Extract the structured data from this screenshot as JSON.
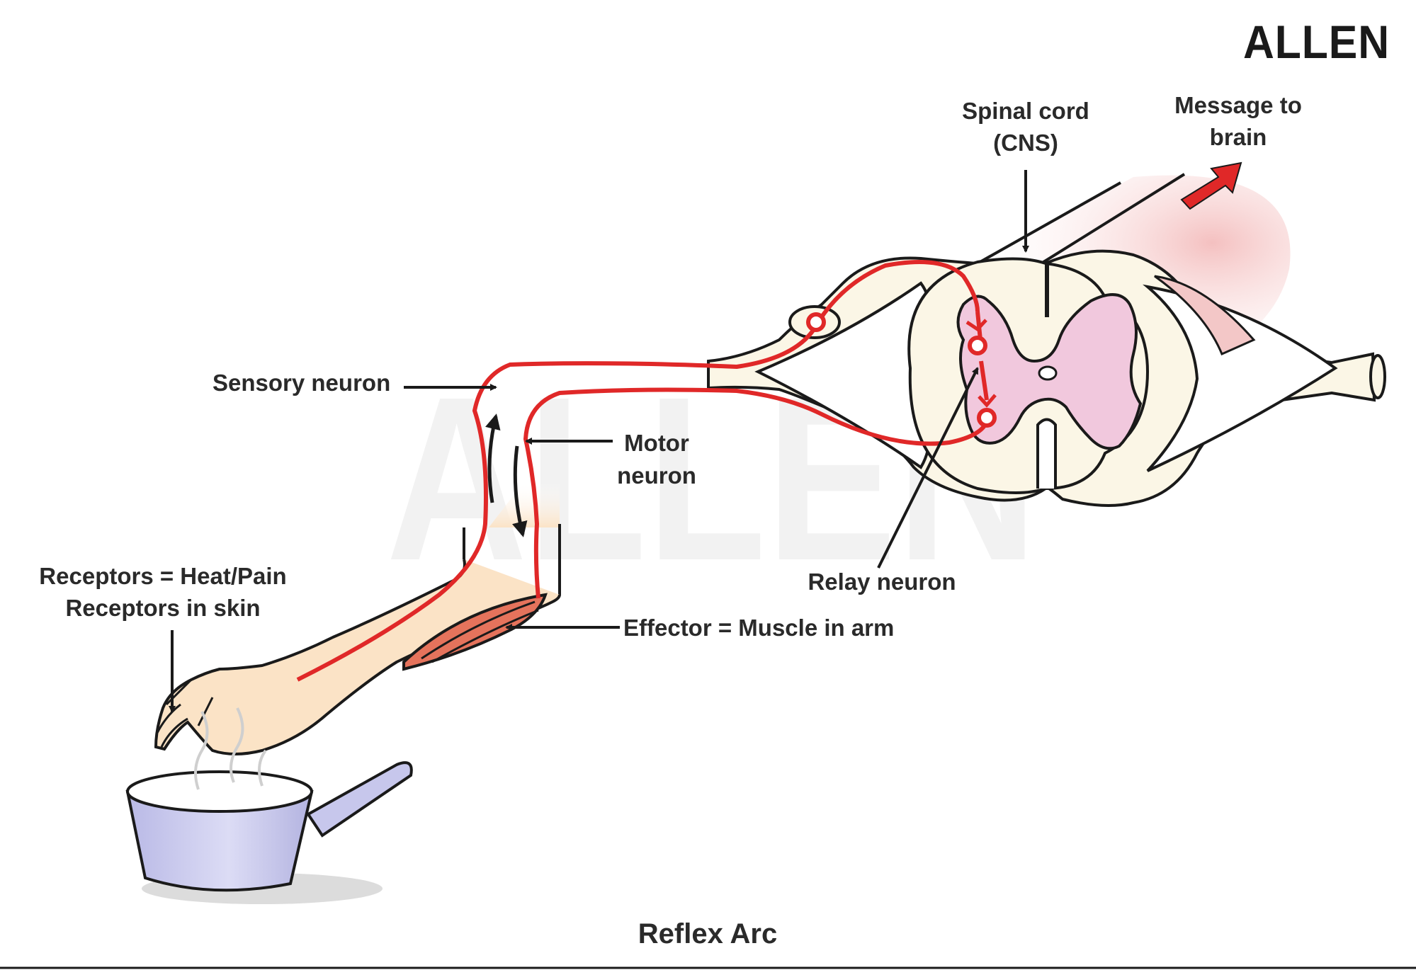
{
  "brand": {
    "logo_text": "ALLEN",
    "watermark_text": "ALLEN"
  },
  "labels": {
    "spinal_cord_line1": "Spinal cord",
    "spinal_cord_line2": "(CNS)",
    "message_line1": "Message to",
    "message_line2": "brain",
    "sensory_neuron": "Sensory neuron",
    "motor_line1": "Motor",
    "motor_line2": "neuron",
    "receptors_line1": "Receptors = Heat/Pain",
    "receptors_line2": "Receptors in skin",
    "relay_neuron": "Relay neuron",
    "effector": "Effector = Muscle in arm"
  },
  "caption": "Reflex Arc",
  "colors": {
    "neuron": "#e02828",
    "outline": "#1a1a1a",
    "cord_fill": "#fbf6e6",
    "grey_matter": "#f1c8dd",
    "skin": "#fbe3c6",
    "muscle": "#e5735c",
    "pan": "#c7c7ec",
    "arrow_brain": "#e02828"
  }
}
